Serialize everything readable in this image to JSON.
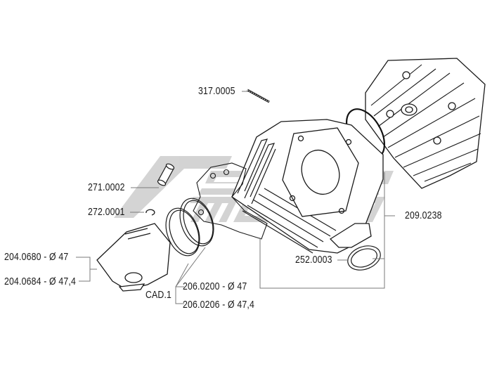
{
  "diagram": {
    "type": "exploded-parts-diagram",
    "subject": "cylinder kit",
    "watermark": {
      "line1": "STAR",
      "line2": "MOTO",
      "color": "#c8c8c8"
    },
    "colors": {
      "line": "#1a1a1a",
      "leader": "#7a7a7a",
      "background": "#ffffff"
    },
    "parts": [
      {
        "id": "stud",
        "part_number": "317.0005"
      },
      {
        "id": "piston-pin",
        "part_number": "271.0002"
      },
      {
        "id": "circlip",
        "part_number": "272.0001"
      },
      {
        "id": "piston-47",
        "part_number": "204.0680 - Ø 47"
      },
      {
        "id": "piston-47-4",
        "part_number": "204.0684 - Ø 47,4"
      },
      {
        "id": "ring-qty",
        "part_number": "CAD.1"
      },
      {
        "id": "ring-47",
        "part_number": "206.0200 - Ø 47"
      },
      {
        "id": "ring-47-4",
        "part_number": "206.0206 - Ø 47,4"
      },
      {
        "id": "cylinder-kit",
        "part_number": "209.0238"
      },
      {
        "id": "exhaust-gasket",
        "part_number": "252.0003"
      }
    ]
  }
}
